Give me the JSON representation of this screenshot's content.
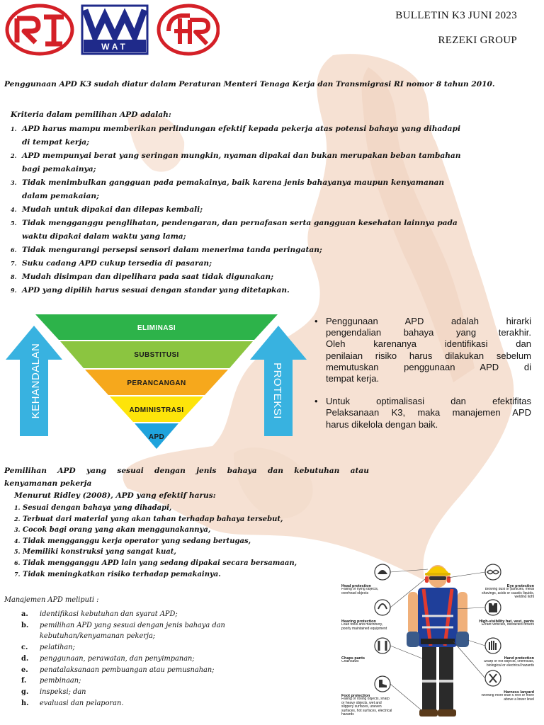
{
  "header": {
    "bulletin": "BULLETIN K3 JUNI 2023",
    "company": "REZEKI GROUP",
    "logo_mid_text": "WAT",
    "colors": {
      "logo_red": "#d42027",
      "logo_blue": "#1f2a8a"
    }
  },
  "intro": "Penggunaan APD K3 sudah diatur dalam Peraturan Menteri Tenaga Kerja dan Transmigrasi RI nomor 8 tahun 2010.",
  "kriteria": {
    "title": "Kriteria dalam pemilihan APD adalah:",
    "items": [
      {
        "n": "1.",
        "text": "APD harus mampu memberikan perlindungan efektif kepada pekerja atas potensi bahaya yang dihadapi"
      },
      {
        "n": "",
        "text": "di tempat kerja;"
      },
      {
        "n": "2.",
        "text": "APD mempunyai berat yang seringan mungkin, nyaman dipakai dan bukan merupakan beban tambahan"
      },
      {
        "n": "",
        "text": "bagi pemakainya;"
      },
      {
        "n": "3.",
        "text": "Tidak menimbulkan gangguan pada pemakainya, baik karena jenis bahayanya maupun kenyamanan"
      },
      {
        "n": "",
        "text": "dalam pemakaian;"
      },
      {
        "n": "4.",
        "text": "Mudah untuk dipakai dan dilepas kembali;"
      },
      {
        "n": "5.",
        "text": "Tidak mengganggu penglihatan, pendengaran, dan pernafasan serta gangguan kesehatan lainnya pada"
      },
      {
        "n": "",
        "text": "waktu  dipakai  dalam  waktu  yang lama;"
      },
      {
        "n": "6.",
        "text": "Tidak mengurangi persepsi sensori dalam menerima tanda peringatan;"
      },
      {
        "n": "7.",
        "text": "Suku cadang APD cukup tersedia di pasaran;"
      },
      {
        "n": "8.",
        "text": "Mudah disimpan dan dipelihara pada saat tidak digunakan;"
      },
      {
        "n": "9.",
        "text": "APD yang dipilih harus sesuai dengan standar yang ditetapkan."
      }
    ]
  },
  "hierarchy": {
    "left_arrow": "KEHANDALAN",
    "right_arrow": "PROTEKSI",
    "tiers": [
      "ELIMINASI",
      "SUBSTITUSI",
      "PERANCANGAN",
      "ADMINISTRASI",
      "APD"
    ],
    "colors": {
      "eliminasi": "#2db34a",
      "substitusi": "#8bc540",
      "perancangan": "#f6a81c",
      "administrasi": "#fde40a",
      "apd": "#1fa3dc",
      "arrow": "#38b2e0"
    }
  },
  "bullets": [
    {
      "lines": [
        "Penggunaan APD adalah hirarki",
        "pengendalian bahaya yang terakhir.",
        "Oleh karenanya identifikasi dan",
        "penilaian risiko harus dilakukan sebelum",
        "memutuskan penggunaan APD di"
      ],
      "last": "tempat kerja."
    },
    {
      "lines": [
        "Untuk optimalisasi dan efektifitas",
        "Pelaksanaan K3, maka manajemen APD"
      ],
      "last": "harus dikelola dengan baik."
    }
  ],
  "pemilihan": {
    "line1": "Pemilihan APD yang sesuai dengan jenis bahaya dan kebutuhan atau",
    "line2": "kenyamanan pekerja",
    "ridley_title": "Menurut Ridley (2008), APD yang efektif harus:",
    "items": [
      {
        "n": "1.",
        "text": "Sesuai dengan bahaya yang dihadapi,"
      },
      {
        "n": "2.",
        "text": "Terbuat dari material yang  akan tahan terhadap bahaya tersebut,"
      },
      {
        "n": "3.",
        "text": "Cocok      bagi     orang yang   akan menggunakannya,"
      },
      {
        "n": "4.",
        "text": "Tidak mengganggu kerja operator yang sedang bertugas,"
      },
      {
        "n": "5.",
        "text": "Memiliki konstruksi yang sangat kuat,"
      },
      {
        "n": "6.",
        "text": "Tidak mengganggu APD lain yang sedang dipakai secara bersamaan,"
      },
      {
        "n": "7.",
        "text": "Tidak meningkatkan risiko terhadap pemakainya."
      }
    ]
  },
  "manajemen": {
    "title": "Manajemen APD meliputi :",
    "items": [
      {
        "n": "a.",
        "text": "identifikasi kebutuhan dan syarat APD;"
      },
      {
        "n": "b.",
        "text": "pemilihan APD yang sesuai dengan jenis bahaya dan"
      },
      {
        "n": "",
        "text": "kebutuhan/kenyamanan pekerja;"
      },
      {
        "n": "c.",
        "text": "pelatihan;"
      },
      {
        "n": "d.",
        "text": "penggunaan, perawatan, dan penyimpanan;"
      },
      {
        "n": "e.",
        "text": "penatalaksanaan pembuangan atau pemusnahan;"
      },
      {
        "n": "f.",
        "text": "pembinaan;"
      },
      {
        "n": "g.",
        "text": "inspeksi; dan"
      },
      {
        "n": "h.",
        "text": "evaluasi dan pelaporan."
      }
    ]
  },
  "ppe_figure": {
    "labels": [
      {
        "title": "Head protection",
        "desc": "Falling or flying objects, overhead objects"
      },
      {
        "title": "Hearing protection",
        "desc": "Loud tools and machinery, poorly maintained equipment"
      },
      {
        "title": "Chaps pants",
        "desc": "Chainsaws"
      },
      {
        "title": "Foot protection",
        "desc": "Falling or rolling objects, sharp or heavy objects, wet and slippery surfaces, uneven surfaces, hot surfaces, electrical hazards"
      },
      {
        "title": "Eye protection",
        "desc": "Blowing dust or particles, metal shavings, acids or caustic liquids, welding light"
      },
      {
        "title": "High-visibility hat, vest, pants",
        "desc": "Errant vehicles, distracted drivers"
      },
      {
        "title": "Hand protection",
        "desc": "Sharp or hot objects, chemicals, biological or electrical hazards"
      },
      {
        "title": "Harness lanyard",
        "desc": "Working more than 6 feet or more above a lower level"
      }
    ]
  }
}
